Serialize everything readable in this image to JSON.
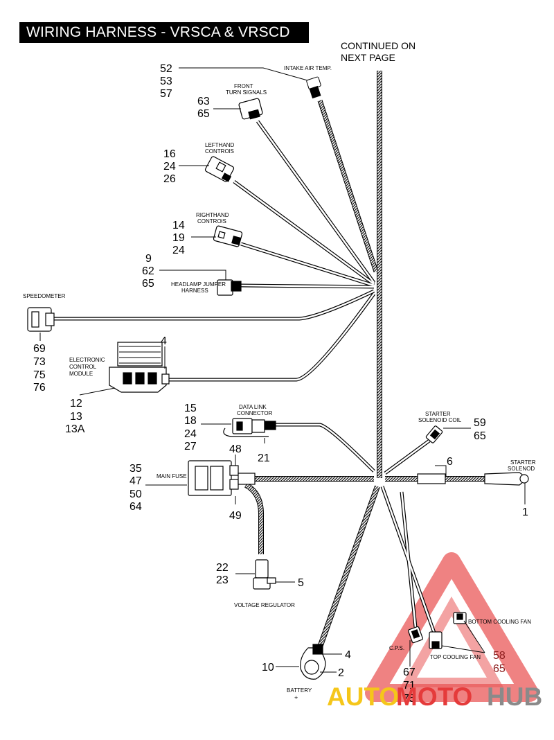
{
  "title": "WIRING HARNESS - VRSCA & VRSCD",
  "continued": [
    "CONTINUED ON",
    "NEXT PAGE"
  ],
  "components": {
    "intake_air_temp": {
      "label": [
        "INTAKE AIR TEMP."
      ],
      "refs": [
        "52",
        "53",
        "57"
      ]
    },
    "front_turn_signals": {
      "label": [
        "FRONT",
        "TURN SIGNALS"
      ],
      "refs": [
        "63",
        "65"
      ]
    },
    "lefthand_controls": {
      "label": [
        "LEFTHAND",
        "CONTROlS"
      ],
      "refs": [
        "16",
        "24",
        "26"
      ]
    },
    "righthand_controls": {
      "label": [
        "RIGHTHAND",
        "CONTROlS"
      ],
      "refs": [
        "14",
        "19",
        "24"
      ]
    },
    "headlamp_jumper": {
      "label": [
        "HEADLAMP JUMPER",
        "HARNESS"
      ],
      "refs": [
        "9",
        "62",
        "65"
      ]
    },
    "speedometer": {
      "label": [
        "SPEEDOMETER"
      ],
      "refs": [
        "69",
        "73",
        "75",
        "76"
      ]
    },
    "ecm": {
      "label": [
        "ELECTRONIC",
        "CONTROL",
        "MODULE"
      ],
      "ref_top": "4",
      "refs": [
        "12",
        "13",
        "13A"
      ]
    },
    "data_link": {
      "label": [
        "DATA LINK",
        "CONNECTOR"
      ],
      "refs": [
        "15",
        "18",
        "24",
        "27"
      ],
      "ref_side": "21"
    },
    "starter_solenoid_coil": {
      "label": [
        "STARTER",
        "SOLENOID COIL"
      ],
      "refs": [
        "59",
        "65"
      ]
    },
    "starter_solenoid": {
      "label": [
        "STARTER",
        "SOLENOD"
      ],
      "ref_bottom": "1",
      "ref_mid": "6"
    },
    "main_fuse": {
      "label": [
        "MAIN FUSE"
      ],
      "refs": [
        "35",
        "47",
        "50",
        "64"
      ],
      "ref_top": "48",
      "ref_bottom": "49"
    },
    "voltage_regulator": {
      "label": [
        "VOLTAGE REGULATOR"
      ],
      "refs": [
        "22",
        "23"
      ],
      "ref_side": "5"
    },
    "battery": {
      "label": [
        "BATTERY",
        "+"
      ],
      "ref_left": "10",
      "refs_right": [
        "4",
        "2"
      ]
    },
    "cps": {
      "label": [
        "C.P.S."
      ],
      "refs": [
        "67",
        "71",
        "75"
      ]
    },
    "bottom_cooling_fan": {
      "label": [
        "BOTTOM COOLING FAN"
      ]
    },
    "top_cooling_fan": {
      "label": [
        "TOP COOLING FAN"
      ],
      "refs": [
        "58",
        "65"
      ]
    }
  },
  "watermark": {
    "text_a": "AUTO",
    "text_b": "MOTO",
    "text_c": "HUB",
    "colors": {
      "red": "#e53b3b",
      "yellow": "#f5c61a",
      "gray": "#8a8a8a"
    }
  }
}
